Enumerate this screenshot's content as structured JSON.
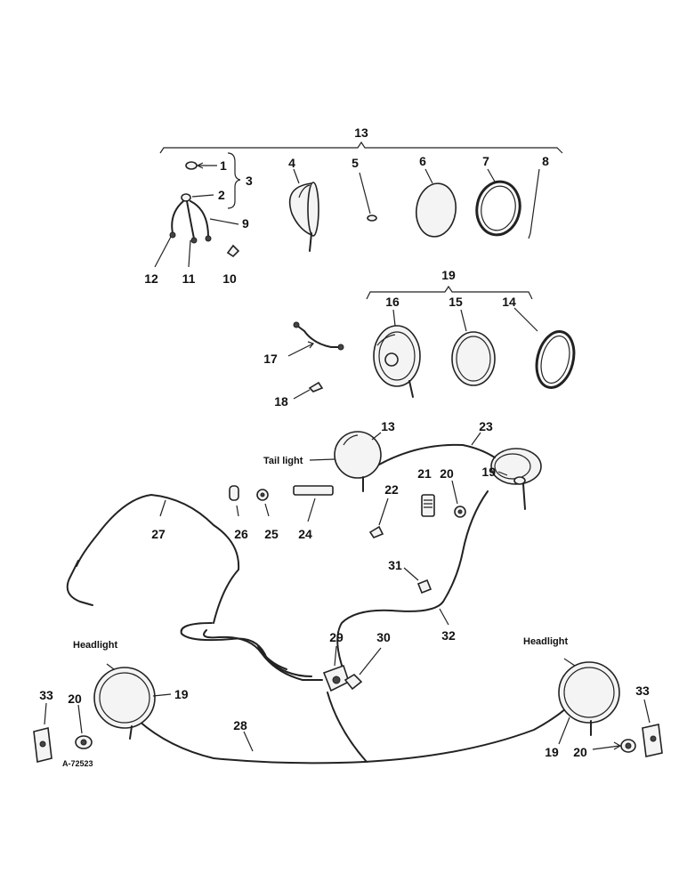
{
  "callouts": [
    "1",
    "2",
    "3",
    "4",
    "5",
    "6",
    "7",
    "8",
    "9",
    "10",
    "11",
    "12",
    "13",
    "13",
    "14",
    "15",
    "16",
    "17",
    "18",
    "19",
    "19",
    "19",
    "19",
    "20",
    "20",
    "20",
    "21",
    "22",
    "23",
    "24",
    "25",
    "26",
    "27",
    "28",
    "29",
    "30",
    "31",
    "32",
    "33",
    "33"
  ],
  "captions": {
    "tail_light": "Tail light",
    "headlight_left": "Headlight",
    "headlight_right": "Headlight"
  },
  "drawing_code": "A-72523"
}
